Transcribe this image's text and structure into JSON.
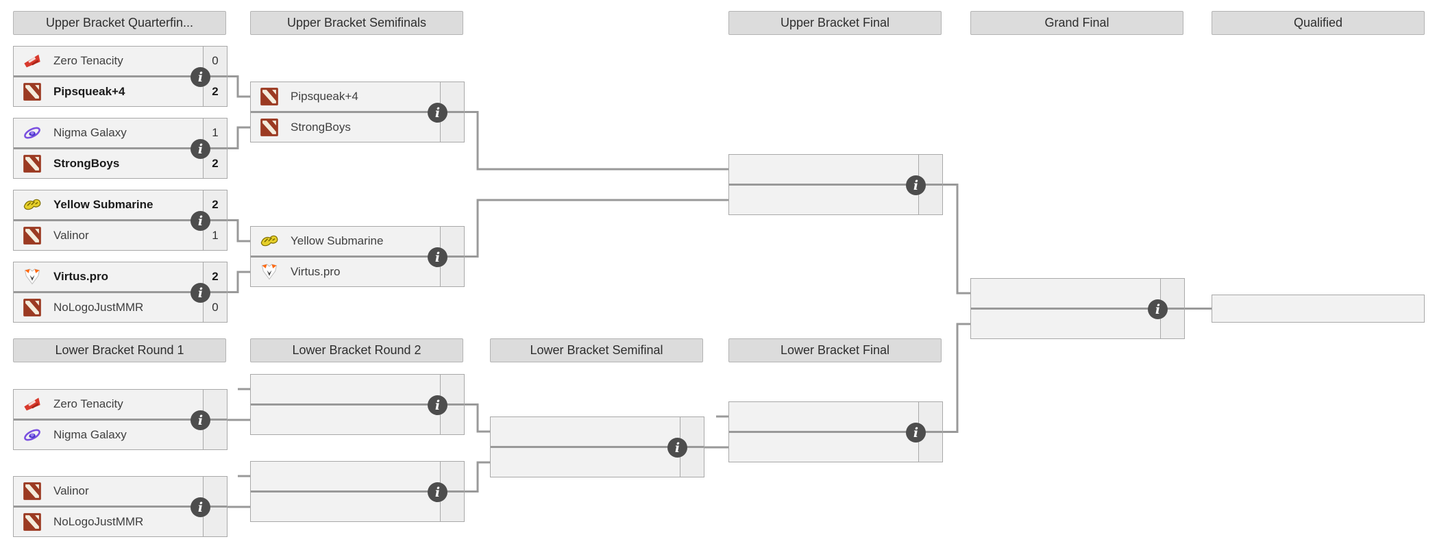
{
  "colors": {
    "header_bg": "#dcdcdc",
    "header_border": "#b3b3b3",
    "box_border": "#a8a8a8",
    "row_bg": "#f2f2f2",
    "score_bg": "#ededed",
    "connector": "#999999",
    "info_icon_bg": "#4d4d4d",
    "text": "#404040",
    "winner_text": "#1a1a1a"
  },
  "headers": {
    "ub_quarterfinals": "Upper Bracket Quarterfin...",
    "ub_semifinals": "Upper Bracket Semifinals",
    "ub_final": "Upper Bracket Final",
    "grand_final": "Grand Final",
    "qualified": "Qualified",
    "lb_round1": "Lower Bracket Round 1",
    "lb_round2": "Lower Bracket Round 2",
    "lb_semifinal": "Lower Bracket Semifinal",
    "lb_final": "Lower Bracket Final"
  },
  "info_icon": {
    "name": "info-circle-icon",
    "glyph": "i"
  },
  "matches": {
    "ubqf1": {
      "top": {
        "name": "Zero Tenacity",
        "logo": "zero-tenacity-logo",
        "score": "0",
        "winner": false
      },
      "bottom": {
        "name": "Pipsqueak+4",
        "logo": "dota2-default-logo",
        "score": "2",
        "winner": true
      }
    },
    "ubqf2": {
      "top": {
        "name": "Nigma Galaxy",
        "logo": "nigma-galaxy-logo",
        "score": "1",
        "winner": false
      },
      "bottom": {
        "name": "StrongBoys",
        "logo": "dota2-default-logo",
        "score": "2",
        "winner": true
      }
    },
    "ubqf3": {
      "top": {
        "name": "Yellow Submarine",
        "logo": "yellow-submarine-logo",
        "score": "2",
        "winner": true
      },
      "bottom": {
        "name": "Valinor",
        "logo": "dota2-default-logo",
        "score": "1",
        "winner": false
      }
    },
    "ubqf4": {
      "top": {
        "name": "Virtus.pro",
        "logo": "virtus-pro-logo",
        "score": "2",
        "winner": true
      },
      "bottom": {
        "name": "NoLogoJustMMR",
        "logo": "dota2-default-logo",
        "score": "0",
        "winner": false
      }
    },
    "ubsf1": {
      "top": {
        "name": "Pipsqueak+4",
        "logo": "dota2-default-logo",
        "score": "",
        "winner": false
      },
      "bottom": {
        "name": "StrongBoys",
        "logo": "dota2-default-logo",
        "score": "",
        "winner": false
      }
    },
    "ubsf2": {
      "top": {
        "name": "Yellow Submarine",
        "logo": "yellow-submarine-logo",
        "score": "",
        "winner": false
      },
      "bottom": {
        "name": "Virtus.pro",
        "logo": "virtus-pro-logo",
        "score": "",
        "winner": false
      }
    },
    "ubfinal": {
      "top": {
        "name": "",
        "score": ""
      },
      "bottom": {
        "name": "",
        "score": ""
      }
    },
    "grandfinal": {
      "top": {
        "name": "",
        "score": ""
      },
      "bottom": {
        "name": "",
        "score": ""
      }
    },
    "lbr1m1": {
      "top": {
        "name": "Zero Tenacity",
        "logo": "zero-tenacity-logo",
        "score": "",
        "winner": false
      },
      "bottom": {
        "name": "Nigma Galaxy",
        "logo": "nigma-galaxy-logo",
        "score": "",
        "winner": false
      }
    },
    "lbr1m2": {
      "top": {
        "name": "Valinor",
        "logo": "dota2-default-logo",
        "score": "",
        "winner": false
      },
      "bottom": {
        "name": "NoLogoJustMMR",
        "logo": "dota2-default-logo",
        "score": "",
        "winner": false
      }
    },
    "lbr2m1": {
      "top": {
        "name": "",
        "score": ""
      },
      "bottom": {
        "name": "",
        "score": ""
      }
    },
    "lbr2m2": {
      "top": {
        "name": "",
        "score": ""
      },
      "bottom": {
        "name": "",
        "score": ""
      }
    },
    "lbsf": {
      "top": {
        "name": "",
        "score": ""
      },
      "bottom": {
        "name": "",
        "score": ""
      }
    },
    "lbfinal": {
      "top": {
        "name": "",
        "score": ""
      },
      "bottom": {
        "name": "",
        "score": ""
      }
    },
    "qualified_slot": {
      "name": ""
    }
  }
}
